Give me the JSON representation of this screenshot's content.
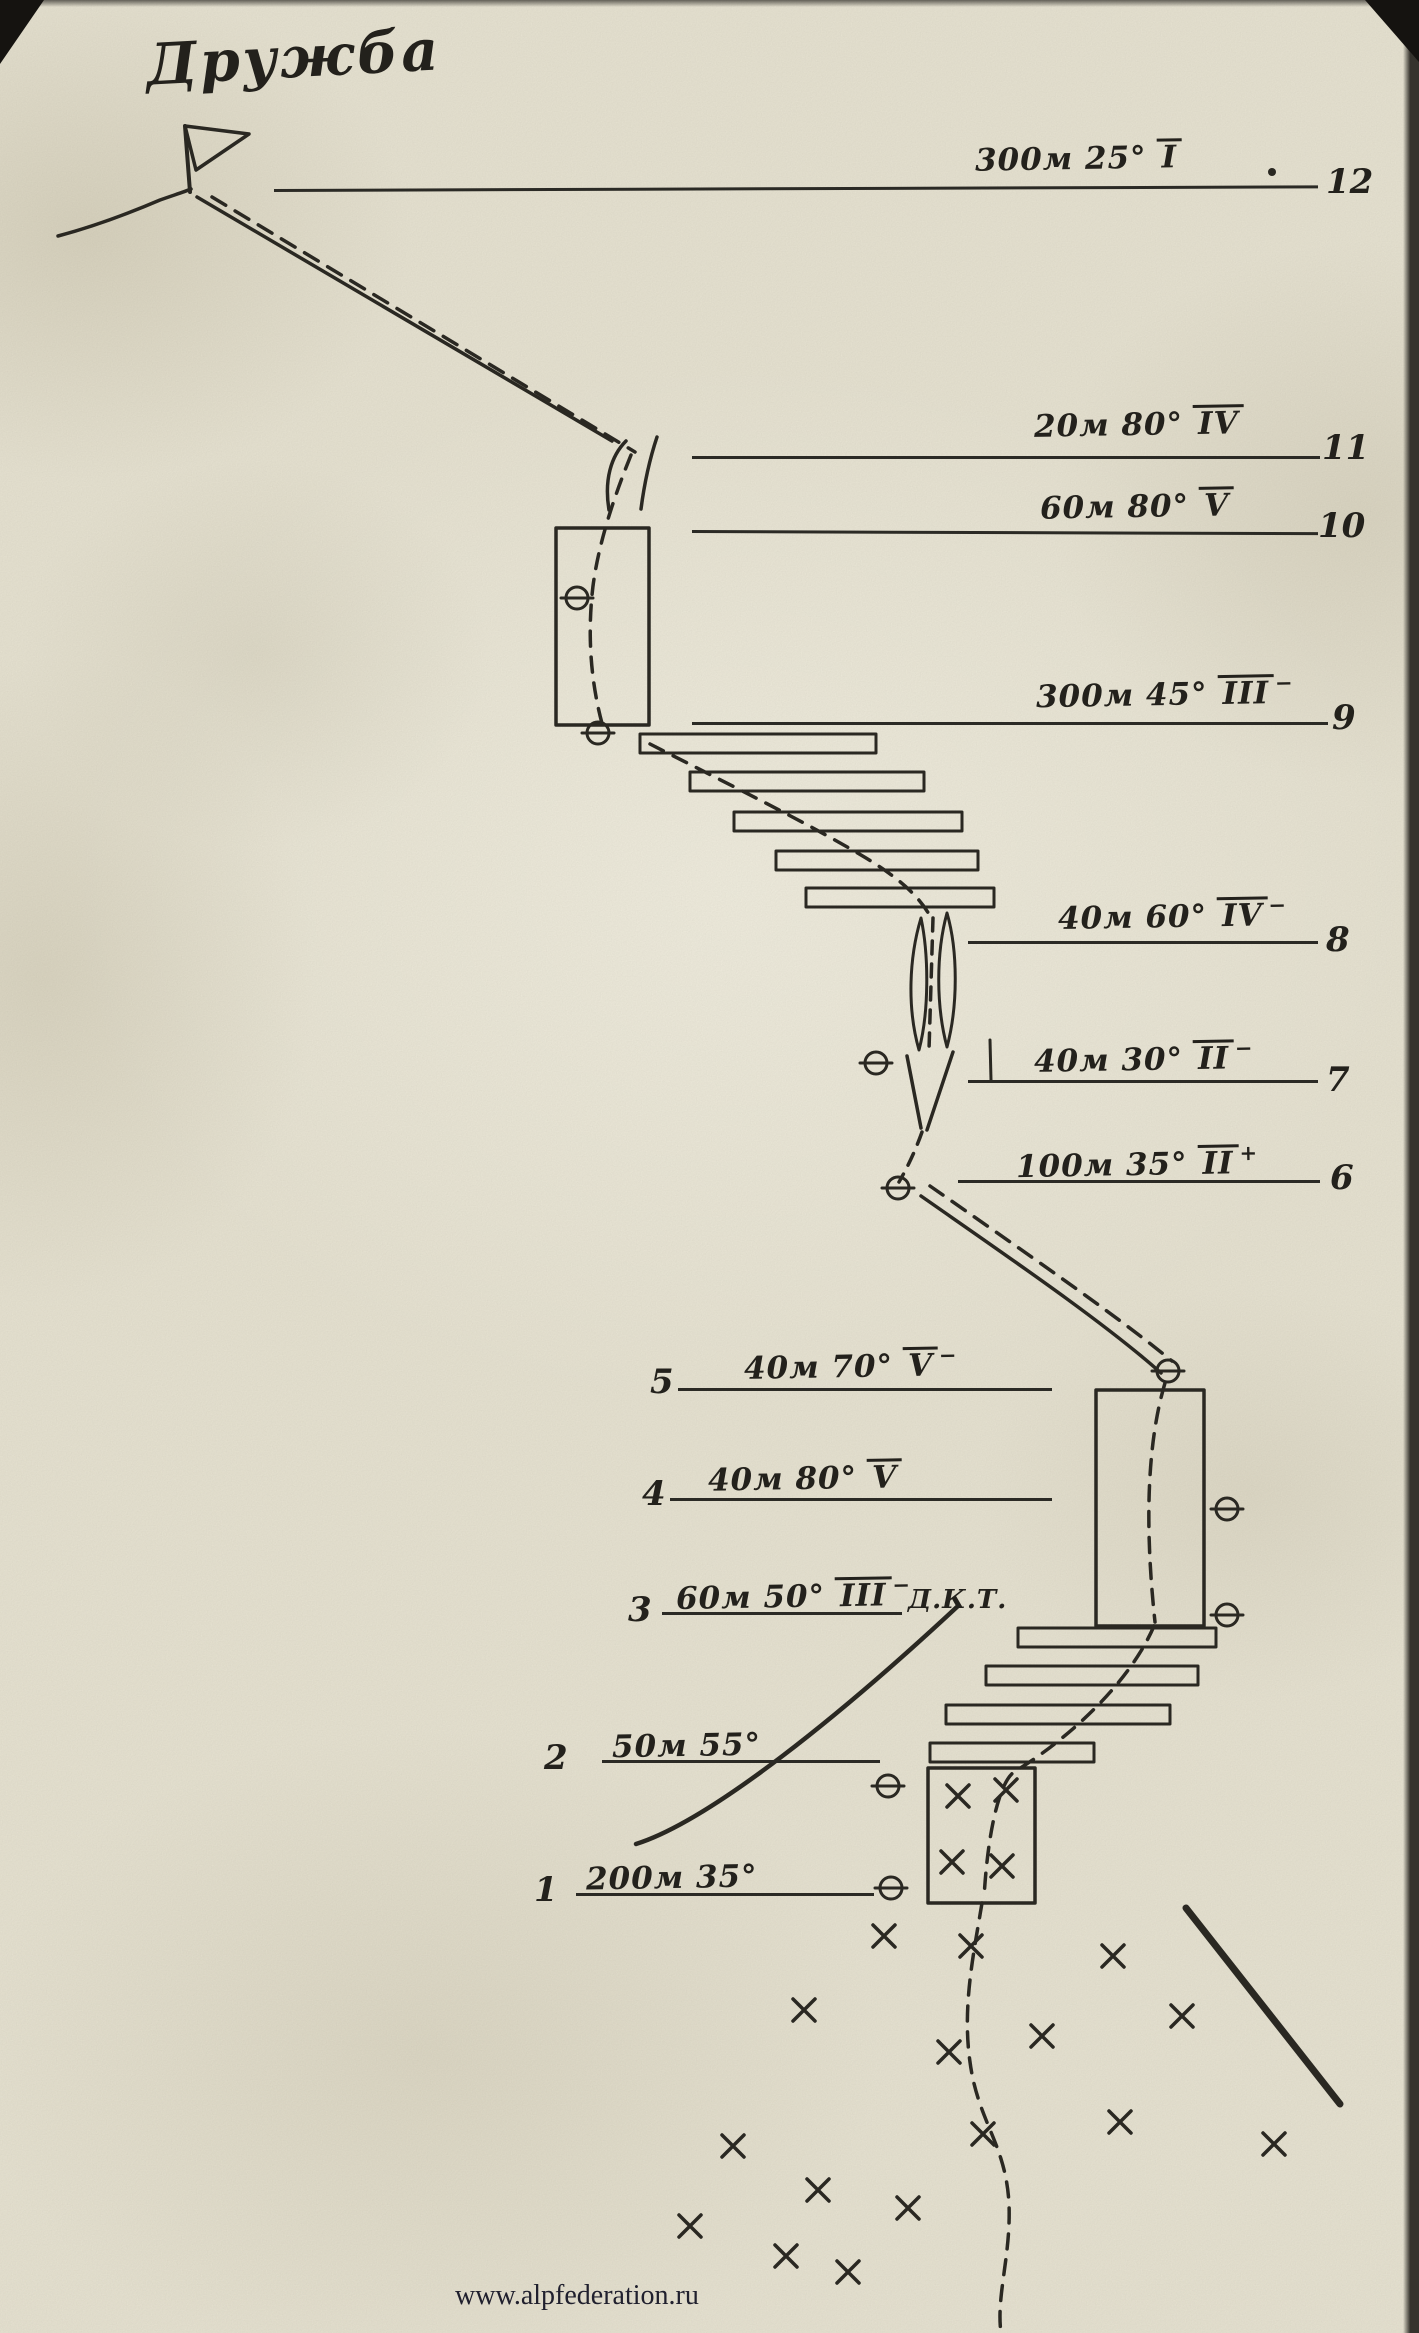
{
  "title": "Дружба",
  "watermark": "www.alpfederation.ru",
  "annotation_dkt": "Д.К.Т.",
  "symbols": {
    "belay_station": "⊖",
    "vegetation_mark": "×",
    "summit_flag": "⚑"
  },
  "pitches": [
    {
      "num": "12",
      "label": "300м 25°",
      "grade": "I",
      "mod": ""
    },
    {
      "num": "11",
      "label": "20м 80°",
      "grade": "IV",
      "mod": ""
    },
    {
      "num": "10",
      "label": "60м 80°",
      "grade": "V",
      "mod": ""
    },
    {
      "num": "9",
      "label": "300м 45°",
      "grade": "III",
      "mod": "−"
    },
    {
      "num": "8",
      "label": "40м 60°",
      "grade": "IV",
      "mod": "−"
    },
    {
      "num": "7",
      "label": "40м 30°",
      "grade": "II",
      "mod": "−"
    },
    {
      "num": "6",
      "label": "100м 35°",
      "grade": "II",
      "mod": "+"
    },
    {
      "num": "5",
      "label": "40м 70°",
      "grade": "V",
      "mod": "−"
    },
    {
      "num": "4",
      "label": "40м 80°",
      "grade": "V",
      "mod": ""
    },
    {
      "num": "3",
      "label": "60м 50°",
      "grade": "III",
      "mod": "−"
    },
    {
      "num": "2",
      "label": "50м 55°",
      "grade": "",
      "mod": ""
    },
    {
      "num": "1",
      "label": "200м 35°",
      "grade": "",
      "mod": ""
    }
  ]
}
